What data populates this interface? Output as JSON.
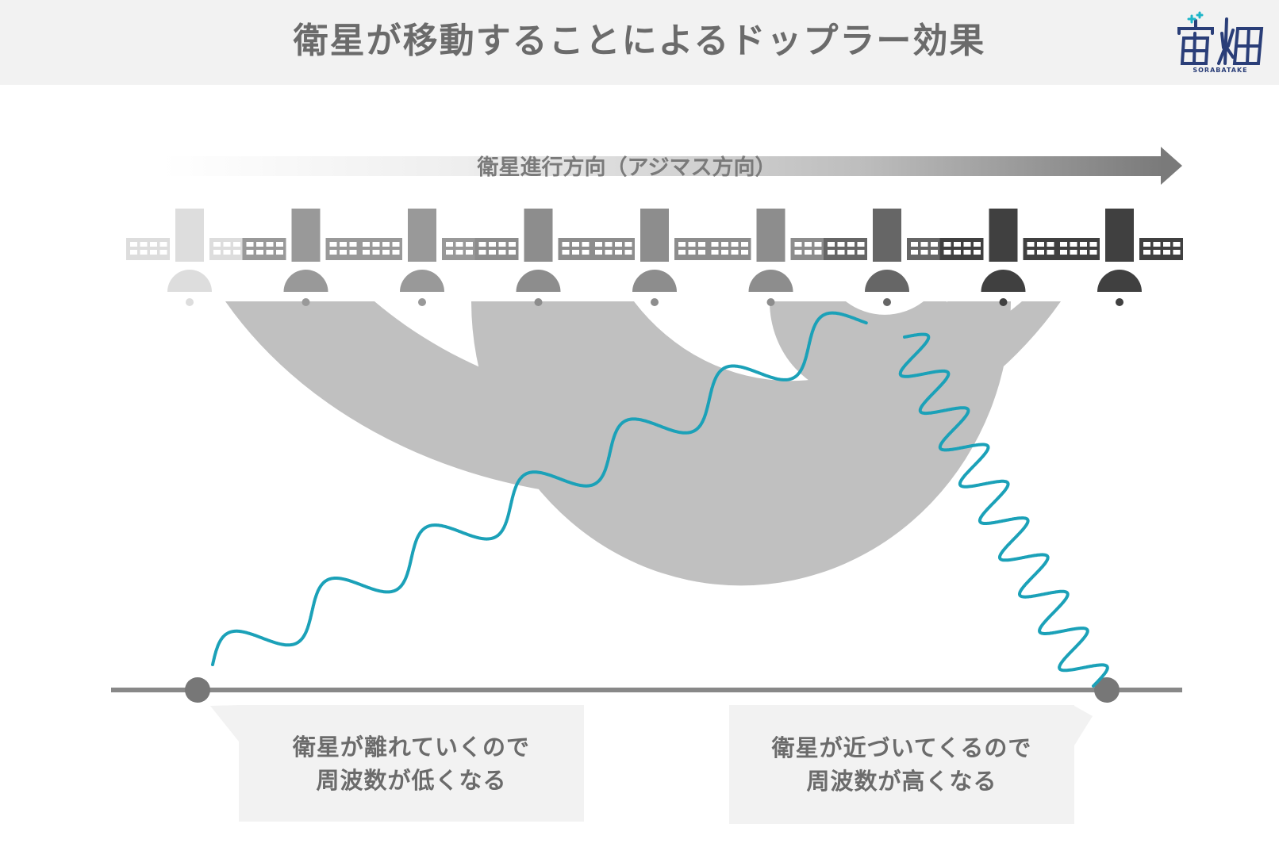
{
  "title": "衛星が移動することによるドップラー効果",
  "logo": {
    "text": "宙畑",
    "subtext": "SORABATAKE",
    "icon": "sorabatake-logo-icon"
  },
  "direction_label": "衛星進行方向（アジマス方向）",
  "callouts": {
    "left": {
      "line1": "衛星が離れていくので",
      "line2": "周波数が低くなる"
    },
    "right": {
      "line1": "衛星が近づいてくるので",
      "line2": "周波数が高くなる"
    }
  },
  "colors": {
    "header_bg": "#f2f2f2",
    "text_gray": "#6b6b6b",
    "wave_gray": "#c0c0c0",
    "signal_blue": "#1ba1b8",
    "ground": "#888888",
    "logo_navy": "#2a3e78",
    "logo_cyan": "#1fb6c9"
  },
  "satellites": [
    {
      "shade": "#dddddd"
    },
    {
      "shade": "#999999"
    },
    {
      "shade": "#999999"
    },
    {
      "shade": "#8d8d8d"
    },
    {
      "shade": "#8d8d8d"
    },
    {
      "shade": "#8d8d8d"
    },
    {
      "shade": "#666666"
    },
    {
      "shade": "#404040"
    },
    {
      "shade": "#404040"
    }
  ]
}
